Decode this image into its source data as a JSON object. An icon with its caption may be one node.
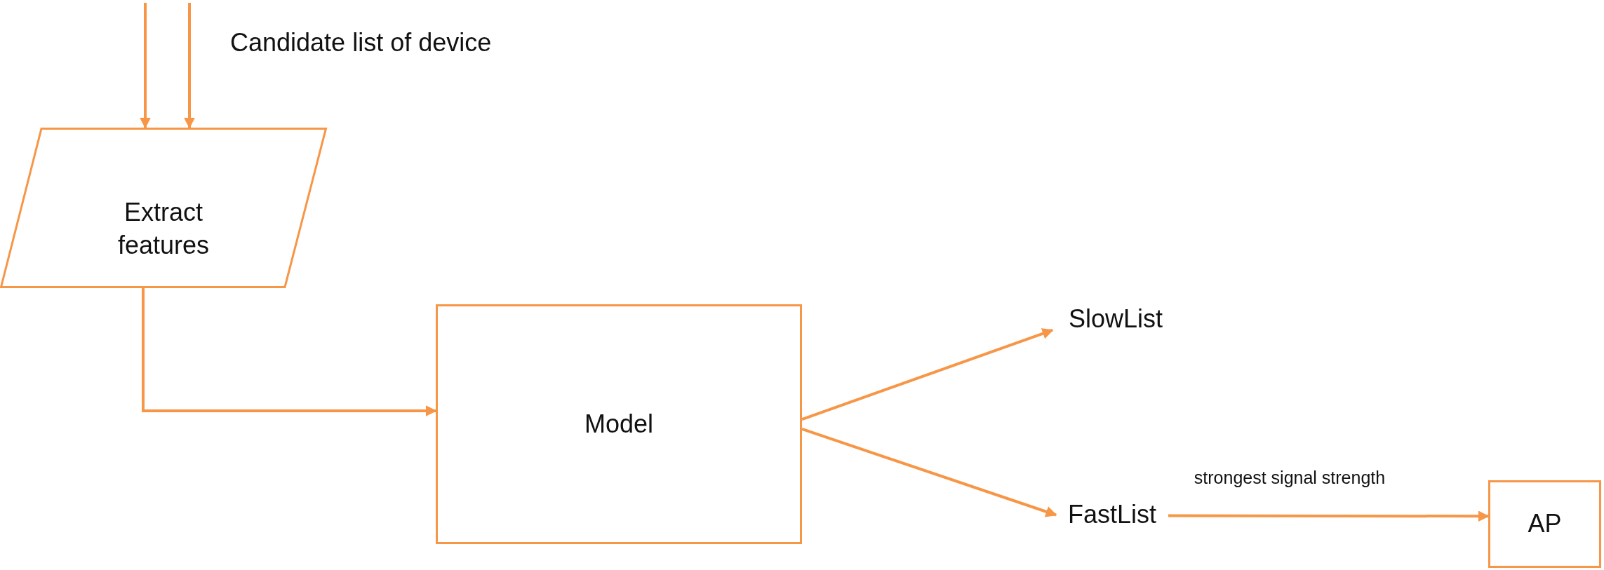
{
  "diagram": {
    "nodes": [
      {
        "text": [
          "Extract features"
        ]
      },
      {
        "text": [
          "Model"
        ]
      },
      {
        "text": [
          "SlowList"
        ]
      },
      {
        "text": [
          "FastList"
        ]
      },
      {
        "text": [
          "AP"
        ]
      }
    ],
    "edges": [
      {
        "from": null,
        "to": 0,
        "arrow": "to"
      },
      {
        "from": null,
        "to": 0,
        "arrow": "to"
      },
      {
        "from": 0,
        "to": 1,
        "arrow": "to"
      },
      {
        "from": 1,
        "to": 2,
        "arrow": "to"
      },
      {
        "from": 1,
        "to": 3,
        "arrow": "to"
      },
      {
        "from": 3,
        "to": 4,
        "arrow": "to",
        "label": "strongest signal strength"
      }
    ],
    "labels": [
      "Candidate list of device"
    ]
  }
}
